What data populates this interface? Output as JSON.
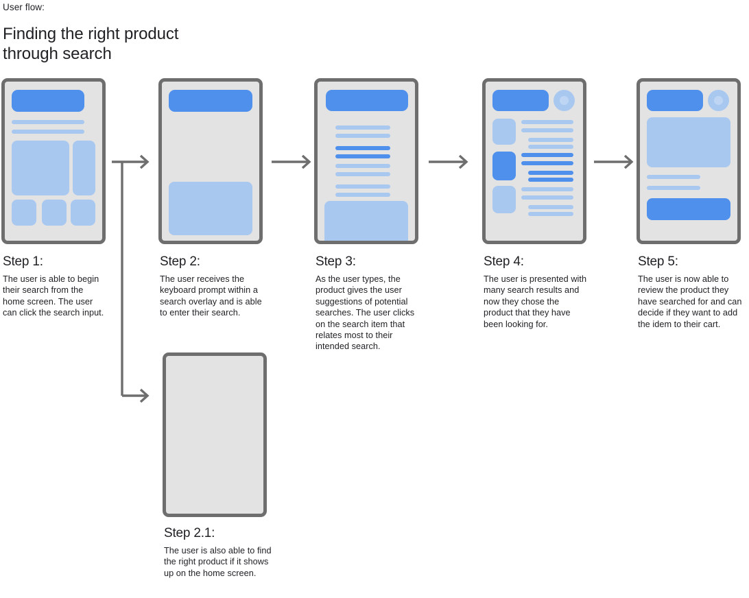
{
  "header": {
    "eyebrow": "User flow:",
    "title": "Finding the right product\nthrough search"
  },
  "colors": {
    "frame_border": "#6e6e6e",
    "screen_bg": "#e3e3e3",
    "accent_dark_blue": "#4f90ec",
    "accent_light_blue": "#a9c8f0",
    "arrow": "#6e6e6e",
    "text": "#202124",
    "page_bg": "#ffffff"
  },
  "steps": [
    {
      "id": "step-1",
      "title": "Step 1:",
      "body": "The user is able to begin their search from the home screen. The user can click the search input.",
      "screen": "home-screen"
    },
    {
      "id": "step-2",
      "title": "Step 2:",
      "body": "The user receives the keyboard prompt within a search overlay and is able to enter their search.",
      "screen": "search-overlay-keyboard"
    },
    {
      "id": "step-3",
      "title": "Step 3:",
      "body": "As the user types, the product gives the user suggestions of potential searches. The user clicks on the search item that relates most to their intended search.",
      "screen": "search-suggestions"
    },
    {
      "id": "step-4",
      "title": "Step 4:",
      "body": "The user is presented with many search results and now they chose the product that they have been looking for.",
      "screen": "search-results"
    },
    {
      "id": "step-5",
      "title": "Step 5:",
      "body": "The user is now able to review the product they have searched for and can decide if they want to add the idem to their cart.",
      "screen": "product-detail"
    },
    {
      "id": "step-2-1",
      "title": "Step 2.1:",
      "body": "The user is also able to find the right product if it shows up on the home screen.",
      "screen": "blank-screen"
    }
  ]
}
